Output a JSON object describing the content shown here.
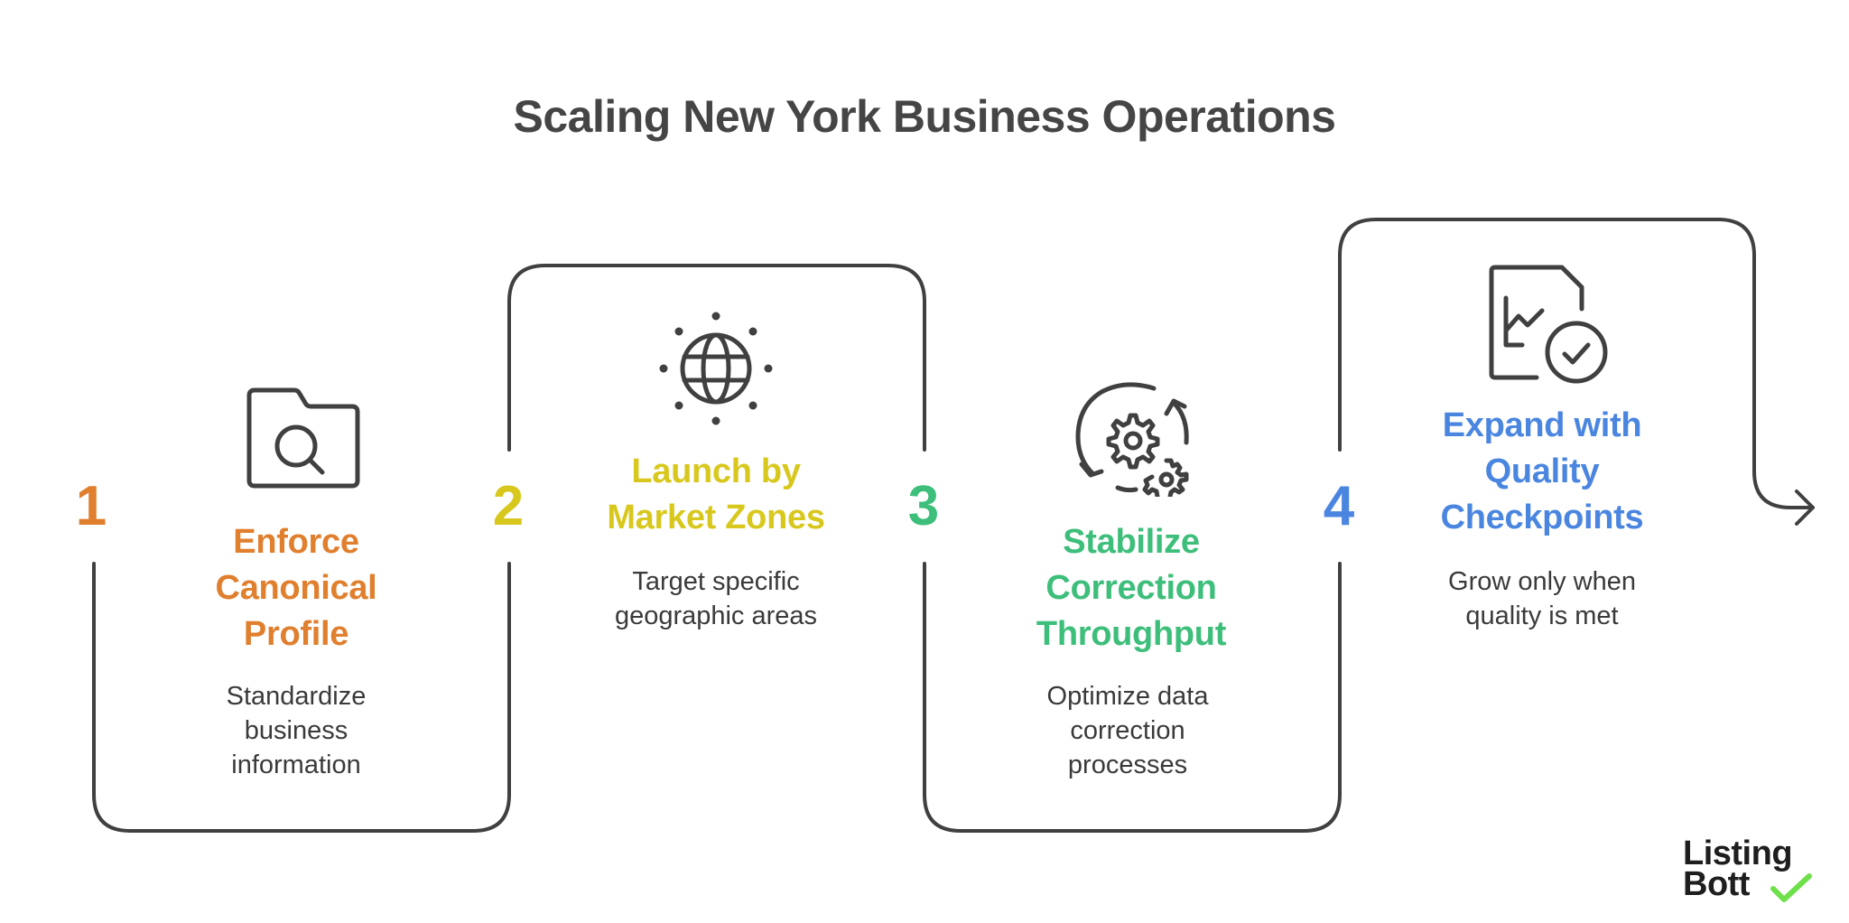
{
  "title": "Scaling New York Business Operations",
  "colors": {
    "line": "#404040",
    "text": "#3a3a3a",
    "step1": "#E07F2E",
    "step2": "#D8C81E",
    "step3": "#3DBE7A",
    "step4": "#4A86E0",
    "logo_check": "#6EE04A"
  },
  "steps": [
    {
      "number": "1",
      "title_lines": [
        "Enforce",
        "Canonical",
        "Profile"
      ],
      "description_lines": [
        "Standardize",
        "business",
        "information"
      ],
      "icon": "folder-search-icon"
    },
    {
      "number": "2",
      "title_lines": [
        "Launch by",
        "Market Zones"
      ],
      "description_lines": [
        "Target specific",
        "geographic areas"
      ],
      "icon": "globe-icon"
    },
    {
      "number": "3",
      "title_lines": [
        "Stabilize",
        "Correction",
        "Throughput"
      ],
      "description_lines": [
        "Optimize data",
        "correction",
        "processes"
      ],
      "icon": "gears-cycle-icon"
    },
    {
      "number": "4",
      "title_lines": [
        "Expand with",
        "Quality",
        "Checkpoints"
      ],
      "description_lines": [
        "Grow only when",
        "quality is met"
      ],
      "icon": "report-check-icon"
    }
  ],
  "logo": {
    "line1": "Listing",
    "line2": "Bott"
  }
}
